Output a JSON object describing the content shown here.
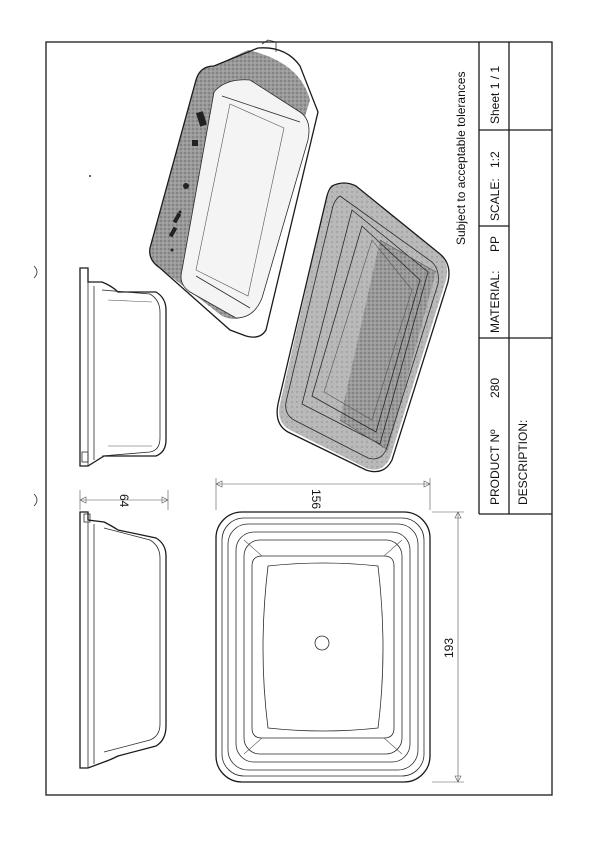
{
  "title_block": {
    "note": "Subject to acceptable tolerances",
    "product_label": "PRODUCT Nº",
    "product_number": "280",
    "material_label": "MATERIAL:",
    "material_value": "PP",
    "scale_label": "SCALE:",
    "scale_value": "1:2",
    "sheet": "Sheet  1 / 1",
    "description_label": "DESCRIPTION:"
  },
  "dimensions": {
    "height": "64",
    "width": "156",
    "length": "193"
  },
  "colors": {
    "line": "#1a1a1a",
    "shade": "#8a8a8a",
    "paper": "#ffffff"
  }
}
